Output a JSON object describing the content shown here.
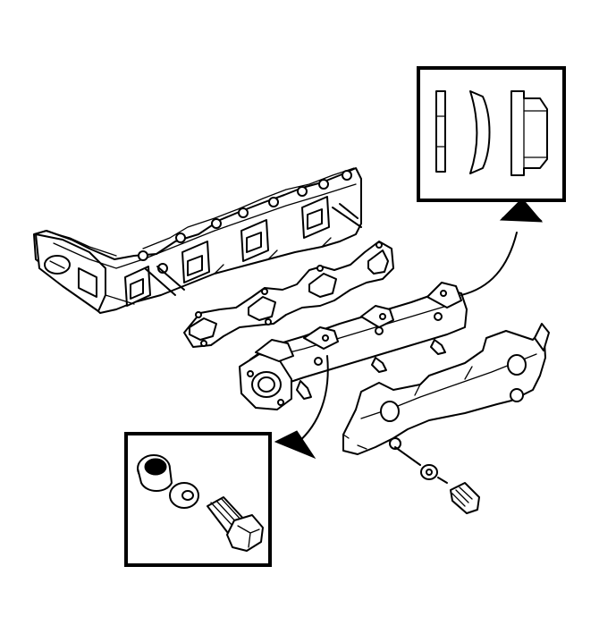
{
  "diagram": {
    "background": "#ffffff",
    "stroke": "#000000",
    "parts": [
      "cylinder-head",
      "exhaust-manifold-gasket",
      "exhaust-manifold",
      "heat-shield",
      "washer",
      "bolt"
    ],
    "callouts": [
      {
        "id": "gasket-detail",
        "icon": "layered-gasket-section"
      },
      {
        "id": "bolt-detail",
        "icon": "bolt-spacer-washer"
      }
    ]
  }
}
